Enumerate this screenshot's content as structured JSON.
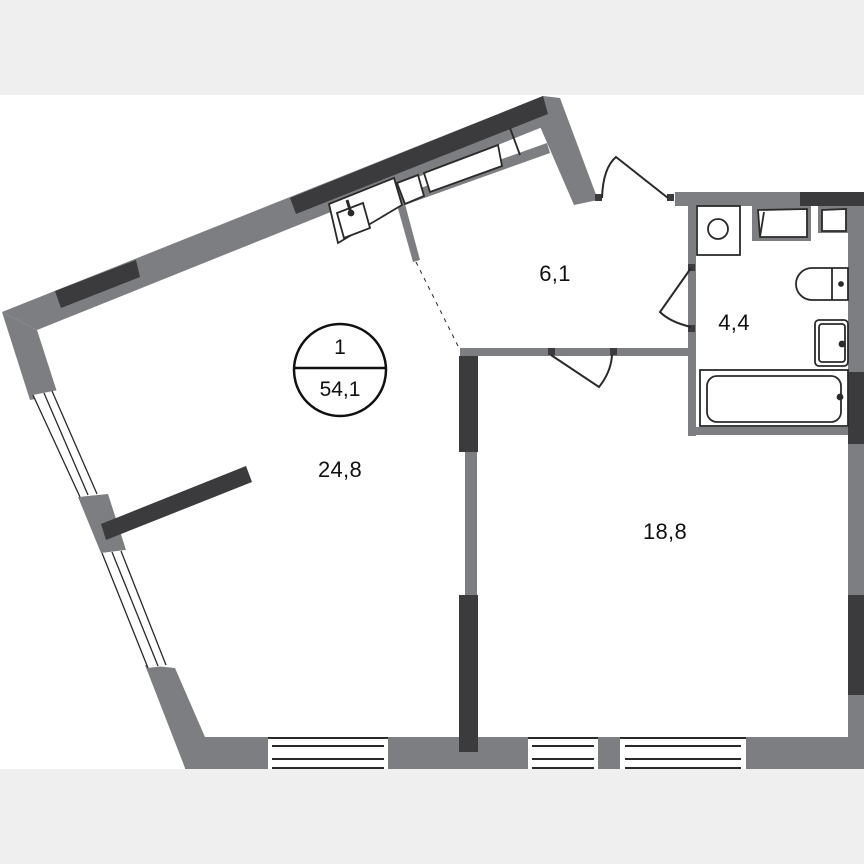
{
  "plan": {
    "apartment": {
      "rooms_count": "1",
      "total_area": "54,1"
    },
    "rooms": [
      {
        "id": "living-kitchen",
        "area": "24,8"
      },
      {
        "id": "hallway",
        "area": "6,1"
      },
      {
        "id": "bathroom",
        "area": "4,4"
      },
      {
        "id": "bedroom",
        "area": "18,8"
      }
    ],
    "colors": {
      "background": "#efefef",
      "canvas": "#ffffff",
      "wall_light": "#7d7e82",
      "wall_dark": "#3b3b3d",
      "line": "#2a2a2a"
    }
  }
}
